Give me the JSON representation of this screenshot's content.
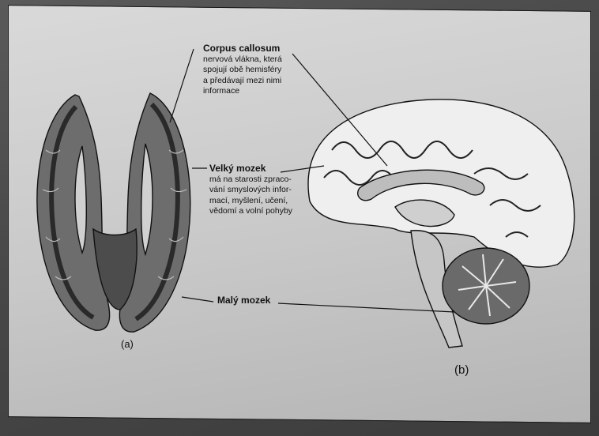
{
  "labels": {
    "corpus": {
      "title": "Corpus callosum",
      "lines": [
        "nervová vlákna, která",
        "spojují obě hemisféry",
        "a předávají mezi nimi",
        "informace"
      ]
    },
    "velky": {
      "title": "Velký mozek",
      "lines": [
        "má na starosti zpraco-",
        "vání smyslových infor-",
        "mací, myšlení, učení,",
        "vědomí a volní pohyby"
      ]
    },
    "maly": {
      "title": "Malý mozek"
    }
  },
  "panels": {
    "a": "(a)",
    "b": "(b)"
  }
}
